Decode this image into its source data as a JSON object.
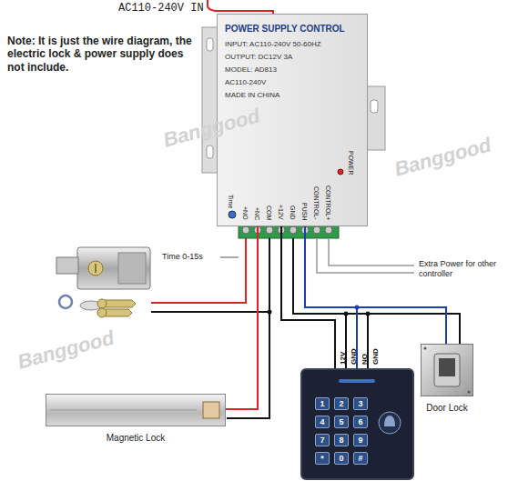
{
  "diagram": {
    "nodes": [
      {
        "text": [
          "POWER SUPPLY CONTROL",
          "INPUT: AC110-240V 50-60HZ",
          "OUTPUT: DC12V 3A",
          "MODEL: AD813",
          "AC110-240V",
          "MADE IN CHINA"
        ]
      },
      {
        "text": [
          "Door Lock"
        ]
      },
      {
        "text": [
          "12V",
          "GND",
          "NO",
          "GND"
        ]
      },
      {
        "text": [
          "1"
        ],
        "in": 2
      },
      {
        "text": [
          "2"
        ],
        "in": 2
      },
      {
        "text": [
          "3"
        ],
        "in": 2
      },
      {
        "text": [
          "4"
        ],
        "in": 2
      },
      {
        "text": [
          "5"
        ],
        "in": 2
      },
      {
        "text": [
          "6"
        ],
        "in": 2
      },
      {
        "text": [
          "7"
        ],
        "in": 2
      },
      {
        "text": [
          "8"
        ],
        "in": 2
      },
      {
        "text": [
          "9"
        ],
        "in": 2
      },
      {
        "text": [
          "*"
        ],
        "in": 2
      },
      {
        "text": [
          "0"
        ],
        "in": 2
      },
      {
        "text": [
          "#"
        ],
        "in": 2
      },
      {
        "text": [
          "Magnetic Lock"
        ]
      }
    ],
    "edges": [
      {
        "from": 0,
        "to": 15,
        "arrow": "none"
      },
      {
        "from": 0,
        "to": 2,
        "arrow": "none"
      },
      {
        "from": 0,
        "to": 1,
        "arrow": "none"
      }
    ],
    "labels": [
      "AC110-240V IN",
      "Note: It is just the wire diagram, the electric lock & power supply does not include.",
      "POWER",
      "Time",
      "+NO",
      "+NC",
      "COM",
      "+12V",
      "GND",
      "PUSH",
      "CONTROL-",
      "CONTROL+",
      "Time 0-15s",
      "Extra Power for other controller",
      "Banggood",
      "Banggood",
      "Banggood"
    ]
  }
}
